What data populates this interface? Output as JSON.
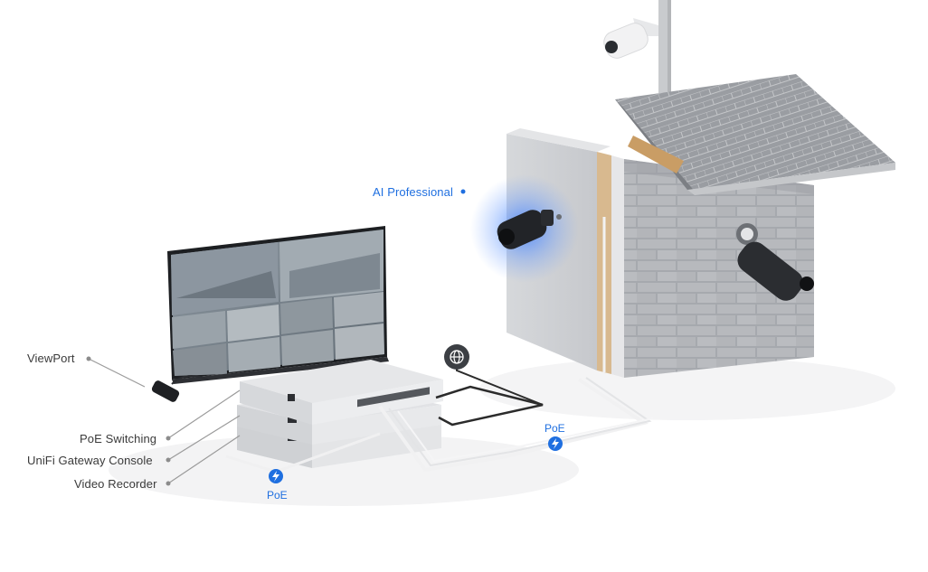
{
  "callouts": {
    "viewport": "ViewPort",
    "poe_switching": "PoE Switching",
    "gateway_console": "UniFi Gateway Console",
    "video_recorder": "Video Recorder",
    "ai_professional": "AI Professional"
  },
  "poe": {
    "left_label": "PoE",
    "right_label": "PoE"
  },
  "icons": {
    "globe": "globe-icon",
    "bolt": "lightning-bolt-icon"
  },
  "colors": {
    "accent_blue": "#1f6fe0",
    "glow_blue": "#3d7dff",
    "device_gray": "#d9dadd",
    "brick": "#9ea1a6",
    "cable_white": "#f4f4f4",
    "cable_black": "#2b2b2b",
    "label_text": "#3a3a3a",
    "leader_line": "#9a9a9a"
  }
}
